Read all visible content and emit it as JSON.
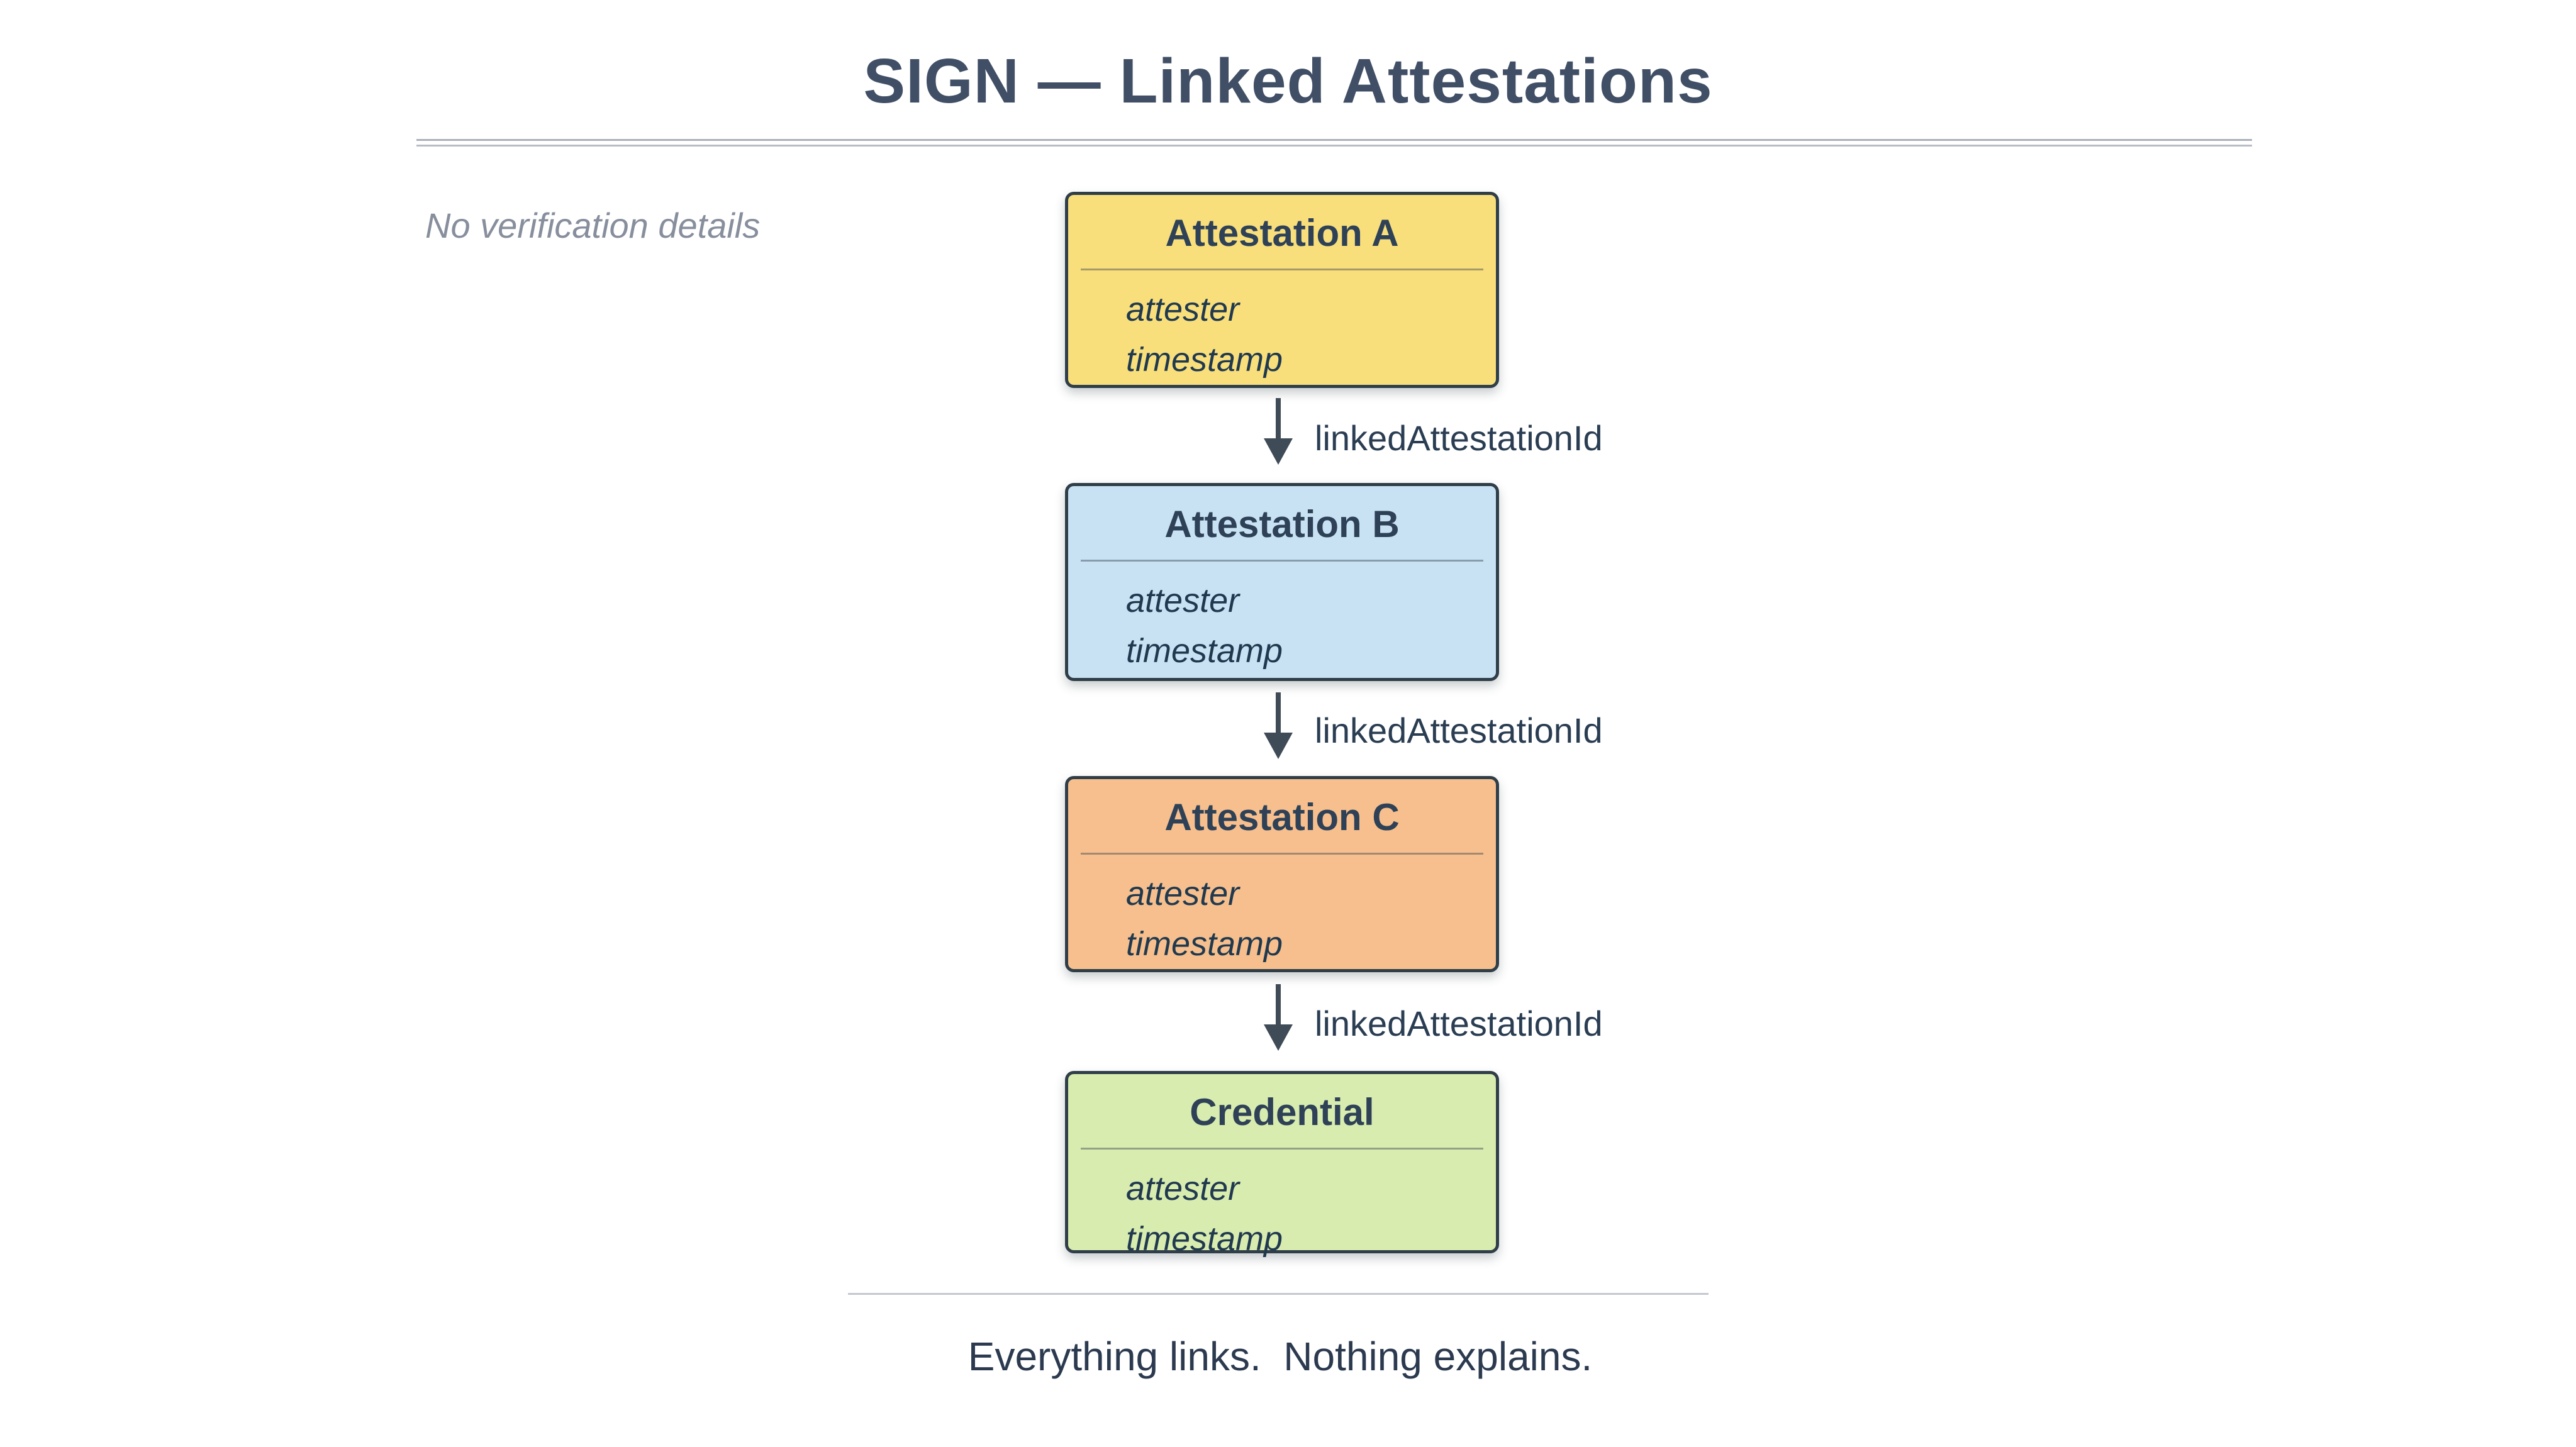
{
  "page": {
    "title": "SIGN — Linked Attestations",
    "note": "No verification details",
    "footer": "Everything links.  Nothing explains."
  },
  "diagram": {
    "boxes": [
      {
        "title": "Attestation A",
        "fields": [
          "attester",
          "timestamp"
        ],
        "fill": "#f8df7c"
      },
      {
        "title": "Attestation B",
        "fields": [
          "attester",
          "timestamp"
        ],
        "fill": "#c8e2f4"
      },
      {
        "title": "Attestation C",
        "fields": [
          "attester",
          "timestamp"
        ],
        "fill": "#f6bf8d"
      },
      {
        "title": "Credential",
        "fields": [
          "attester",
          "timestamp"
        ],
        "fill": "#d8ecb0"
      }
    ],
    "links": [
      {
        "label": "linkedAttestationId"
      },
      {
        "label": "linkedAttestationId"
      },
      {
        "label": "linkedAttestationId"
      }
    ],
    "colors": {
      "box_border": "#2f3e48",
      "arrow": "#3f4b56",
      "title_text": "#414f66",
      "note_text": "#878e9c",
      "box_title_text": "#2e4156",
      "field_text": "#21394e",
      "link_label_text": "#2a3d52",
      "footer_text": "#2c3a50",
      "header_rule": "#aab0ba",
      "footer_rule": "#c3c8d0"
    }
  }
}
